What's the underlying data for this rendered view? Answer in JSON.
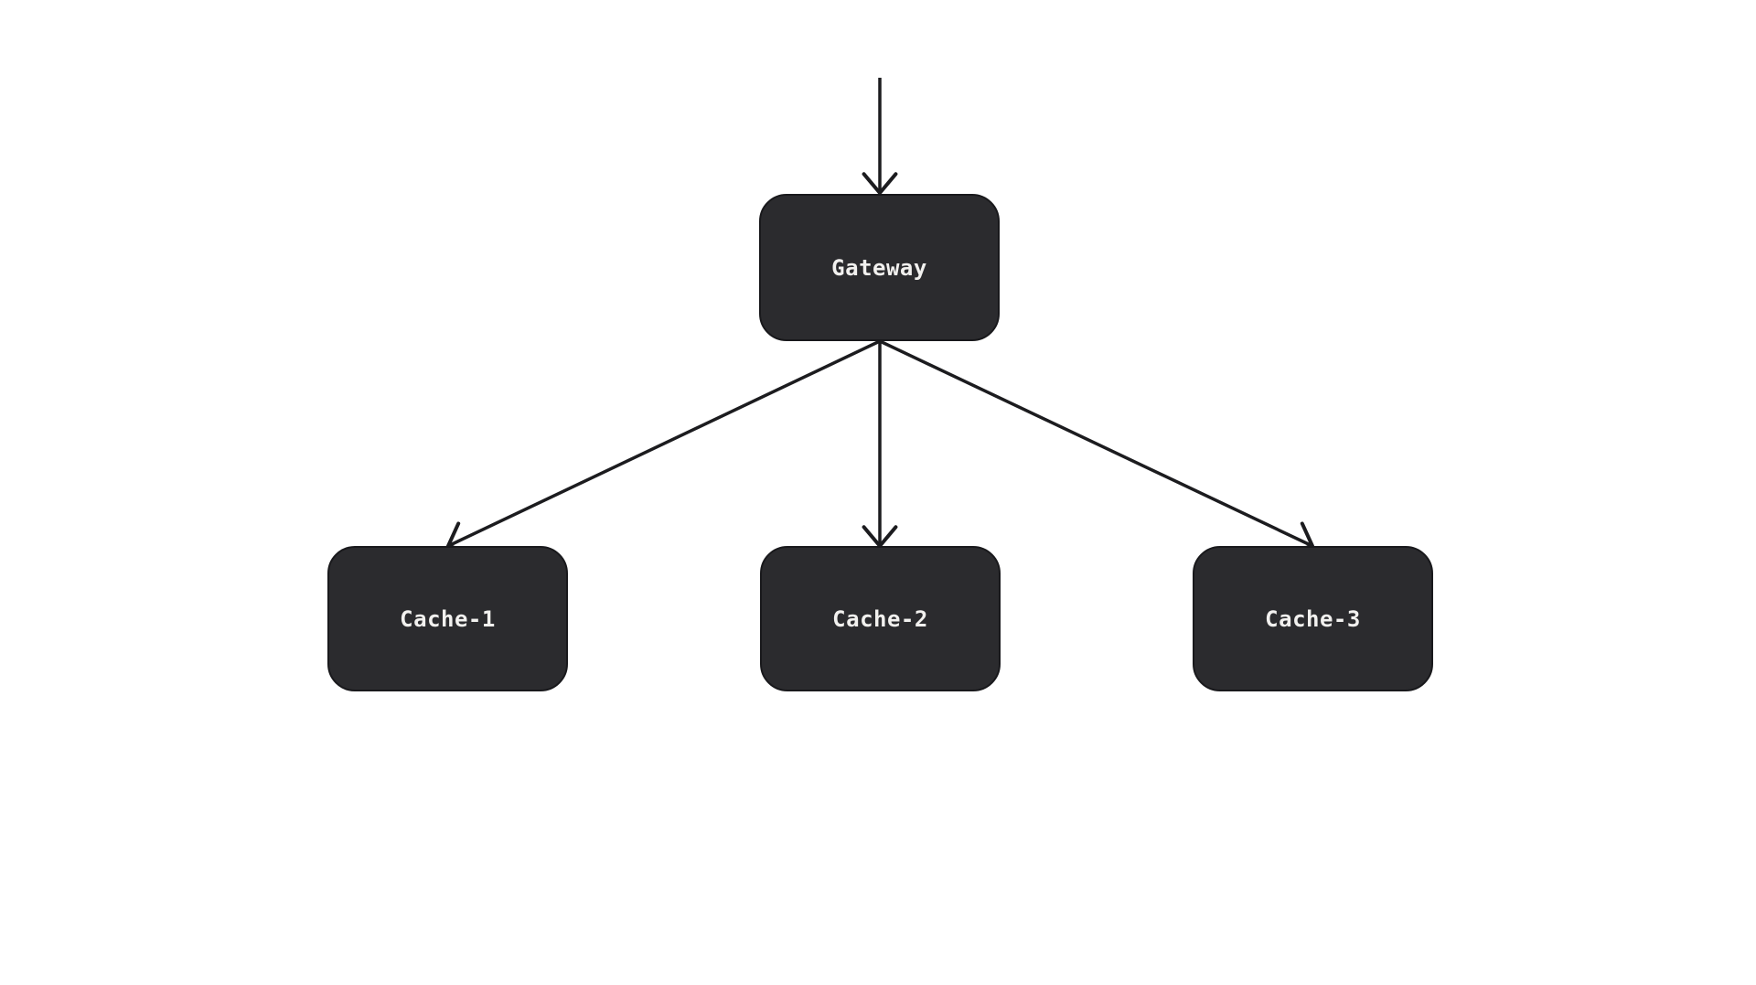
{
  "diagram": {
    "type": "flowchart",
    "direction": "top-down",
    "nodes": [
      {
        "id": "gateway",
        "label": "Gateway"
      },
      {
        "id": "cache-1",
        "label": "Cache-1"
      },
      {
        "id": "cache-2",
        "label": "Cache-2"
      },
      {
        "id": "cache-3",
        "label": "Cache-3"
      }
    ],
    "edges": [
      {
        "from": "offscreen-top",
        "to": "gateway",
        "arrow": "chevron"
      },
      {
        "from": "gateway",
        "to": "cache-1",
        "arrow": "chevron"
      },
      {
        "from": "gateway",
        "to": "cache-2",
        "arrow": "chevron"
      },
      {
        "from": "gateway",
        "to": "cache-3",
        "arrow": "chevron"
      }
    ],
    "colors": {
      "background": "#ffffff",
      "node_fill": "#2b2b2e",
      "node_border": "#19191c",
      "node_text": "#f2f1ef",
      "edge_stroke": "#1c1c1f"
    }
  }
}
